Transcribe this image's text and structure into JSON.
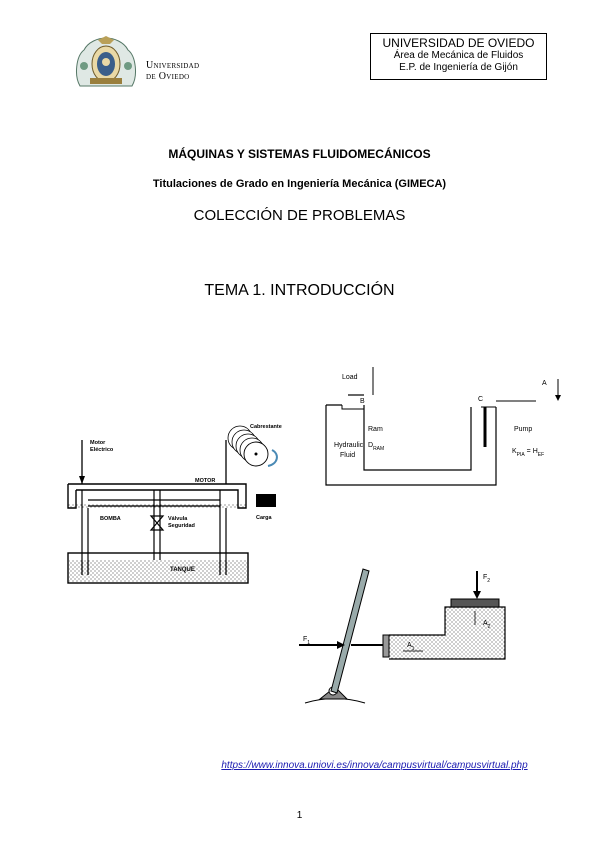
{
  "header": {
    "university_line1": "Universidad",
    "university_line2": "de Oviedo",
    "dept_line1": "UNIVERSIDAD DE OVIEDO",
    "dept_line2": "Área de Mecánica de Fluidos",
    "dept_line3": "E.P. de Ingeniería de Gijón"
  },
  "titles": {
    "course": "MÁQUINAS Y SISTEMAS FLUIDOMECÁNICOS",
    "degree": "Titulaciones de Grado en Ingeniería Mecánica (GIMECA)",
    "collection": "COLECCIÓN DE PROBLEMAS",
    "topic": "TEMA 1. INTRODUCCIÓN"
  },
  "figure1": {
    "motor_label_1": "Motor",
    "motor_label_2": "Eléctrico",
    "capstan": "Cabrestante",
    "motor": "MOTOR",
    "pump": "BOMBA",
    "valve_1": "Válvula",
    "valve_2": "Seguridad",
    "load": "Carga",
    "tank": "TANQUE"
  },
  "figure2": {
    "load": "Load",
    "b": "B",
    "c": "C",
    "a": "A",
    "ram": "Ram",
    "ram_d": "D",
    "ram_d_sub": "RAM",
    "fluid_1": "Hydraulic",
    "fluid_2": "Fluid",
    "pump": "Pump",
    "pump_d": "K",
    "pump_d_sub": "PIA",
    "pump_eq": " = H",
    "pump_h_sub": "EF"
  },
  "figure3": {
    "f1": "F",
    "f1_sub": "1",
    "f2": "F",
    "f2_sub": "2",
    "a1": "A",
    "a1_sub": "1",
    "a2": "A",
    "a2_sub": "2"
  },
  "link": {
    "text": "https://www.innova.uniovi.es/innova/campusvirtual/campusvirtual.php"
  },
  "page": {
    "number": "1"
  }
}
